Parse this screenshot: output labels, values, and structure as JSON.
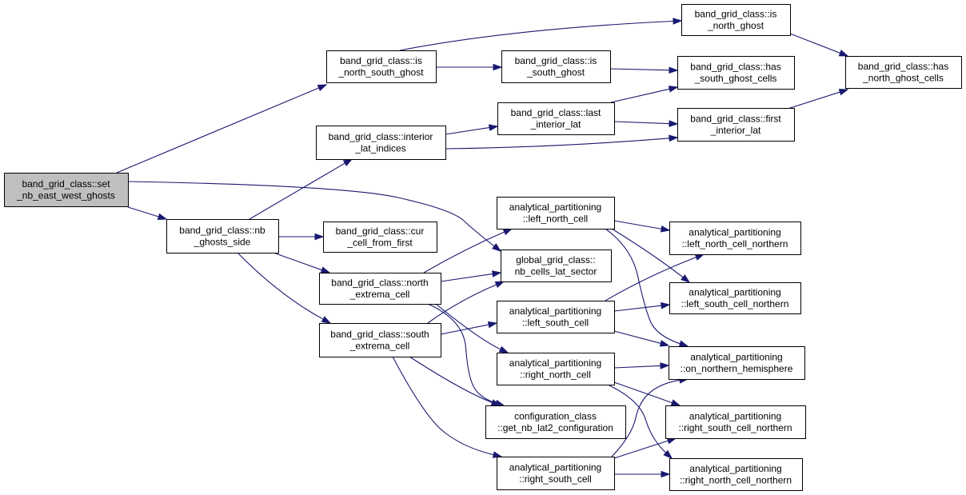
{
  "graph": {
    "nodes": [
      {
        "id": "set_nb_east_west_ghosts",
        "lines": [
          "band_grid_class::set",
          "_nb_east_west_ghosts"
        ],
        "root": true
      },
      {
        "id": "is_north_south_ghost",
        "lines": [
          "band_grid_class::is",
          "_north_south_ghost"
        ]
      },
      {
        "id": "is_north_ghost",
        "lines": [
          "band_grid_class::is",
          "_north_ghost"
        ]
      },
      {
        "id": "is_south_ghost",
        "lines": [
          "band_grid_class::is",
          "_south_ghost"
        ]
      },
      {
        "id": "has_north_ghost_cells",
        "lines": [
          "band_grid_class::has",
          "_north_ghost_cells"
        ]
      },
      {
        "id": "has_south_ghost_cells",
        "lines": [
          "band_grid_class::has",
          "_south_ghost_cells"
        ]
      },
      {
        "id": "interior_lat_indices",
        "lines": [
          "band_grid_class::interior",
          "_lat_indices"
        ]
      },
      {
        "id": "last_interior_lat",
        "lines": [
          "band_grid_class::last",
          "_interior_lat"
        ]
      },
      {
        "id": "first_interior_lat",
        "lines": [
          "band_grid_class::first",
          "_interior_lat"
        ]
      },
      {
        "id": "nb_ghosts_side",
        "lines": [
          "band_grid_class::nb",
          "_ghosts_side"
        ]
      },
      {
        "id": "cur_cell_from_first",
        "lines": [
          "band_grid_class::cur",
          "_cell_from_first"
        ]
      },
      {
        "id": "north_extrema_cell",
        "lines": [
          "band_grid_class::north",
          "_extrema_cell"
        ]
      },
      {
        "id": "south_extrema_cell",
        "lines": [
          "band_grid_class::south",
          "_extrema_cell"
        ]
      },
      {
        "id": "nb_cells_lat_sector",
        "lines": [
          "global_grid_class::",
          "nb_cells_lat_sector"
        ]
      },
      {
        "id": "left_north_cell",
        "lines": [
          "analytical_partitioning",
          "::left_north_cell"
        ]
      },
      {
        "id": "left_south_cell",
        "lines": [
          "analytical_partitioning",
          "::left_south_cell"
        ]
      },
      {
        "id": "right_north_cell",
        "lines": [
          "analytical_partitioning",
          "::right_north_cell"
        ]
      },
      {
        "id": "right_south_cell",
        "lines": [
          "analytical_partitioning",
          "::right_south_cell"
        ]
      },
      {
        "id": "get_nb_lat2_configuration",
        "lines": [
          "configuration_class",
          "::get_nb_lat2_configuration"
        ]
      },
      {
        "id": "left_north_cell_northern",
        "lines": [
          "analytical_partitioning",
          "::left_north_cell_northern"
        ]
      },
      {
        "id": "left_south_cell_northern",
        "lines": [
          "analytical_partitioning",
          "::left_south_cell_northern"
        ]
      },
      {
        "id": "on_northern_hemisphere",
        "lines": [
          "analytical_partitioning",
          "::on_northern_hemisphere"
        ]
      },
      {
        "id": "right_south_cell_northern",
        "lines": [
          "analytical_partitioning",
          "::right_south_cell_northern"
        ]
      },
      {
        "id": "right_north_cell_northern",
        "lines": [
          "analytical_partitioning",
          "::right_north_cell_northern"
        ]
      }
    ],
    "edges": [
      {
        "from": "set_nb_east_west_ghosts",
        "to": "is_north_south_ghost"
      },
      {
        "from": "set_nb_east_west_ghosts",
        "to": "nb_ghosts_side"
      },
      {
        "from": "set_nb_east_west_ghosts",
        "to": "nb_cells_lat_sector"
      },
      {
        "from": "is_north_south_ghost",
        "to": "is_north_ghost"
      },
      {
        "from": "is_north_south_ghost",
        "to": "is_south_ghost"
      },
      {
        "from": "is_north_ghost",
        "to": "has_north_ghost_cells"
      },
      {
        "from": "is_south_ghost",
        "to": "has_south_ghost_cells"
      },
      {
        "from": "interior_lat_indices",
        "to": "last_interior_lat"
      },
      {
        "from": "interior_lat_indices",
        "to": "first_interior_lat"
      },
      {
        "from": "last_interior_lat",
        "to": "has_south_ghost_cells"
      },
      {
        "from": "last_interior_lat",
        "to": "first_interior_lat"
      },
      {
        "from": "first_interior_lat",
        "to": "has_north_ghost_cells"
      },
      {
        "from": "nb_ghosts_side",
        "to": "interior_lat_indices"
      },
      {
        "from": "nb_ghosts_side",
        "to": "cur_cell_from_first"
      },
      {
        "from": "nb_ghosts_side",
        "to": "north_extrema_cell"
      },
      {
        "from": "nb_ghosts_side",
        "to": "south_extrema_cell"
      },
      {
        "from": "north_extrema_cell",
        "to": "left_north_cell"
      },
      {
        "from": "north_extrema_cell",
        "to": "nb_cells_lat_sector"
      },
      {
        "from": "north_extrema_cell",
        "to": "right_north_cell"
      },
      {
        "from": "north_extrema_cell",
        "to": "get_nb_lat2_configuration"
      },
      {
        "from": "south_extrema_cell",
        "to": "nb_cells_lat_sector"
      },
      {
        "from": "south_extrema_cell",
        "to": "left_south_cell"
      },
      {
        "from": "south_extrema_cell",
        "to": "get_nb_lat2_configuration"
      },
      {
        "from": "south_extrema_cell",
        "to": "right_south_cell"
      },
      {
        "from": "left_north_cell",
        "to": "left_north_cell_northern"
      },
      {
        "from": "left_north_cell",
        "to": "left_south_cell_northern"
      },
      {
        "from": "left_north_cell",
        "to": "on_northern_hemisphere"
      },
      {
        "from": "left_south_cell",
        "to": "left_north_cell_northern"
      },
      {
        "from": "left_south_cell",
        "to": "left_south_cell_northern"
      },
      {
        "from": "left_south_cell",
        "to": "on_northern_hemisphere"
      },
      {
        "from": "right_north_cell",
        "to": "on_northern_hemisphere"
      },
      {
        "from": "right_north_cell",
        "to": "right_south_cell_northern"
      },
      {
        "from": "right_north_cell",
        "to": "right_north_cell_northern"
      },
      {
        "from": "right_south_cell",
        "to": "right_south_cell_northern"
      },
      {
        "from": "right_south_cell",
        "to": "right_north_cell_northern"
      },
      {
        "from": "right_south_cell",
        "to": "on_northern_hemisphere"
      }
    ]
  },
  "colors": {
    "edge": "#191970",
    "node_fill": "#ffffff",
    "root_fill": "#bfbfbf",
    "node_border": "#000000"
  }
}
